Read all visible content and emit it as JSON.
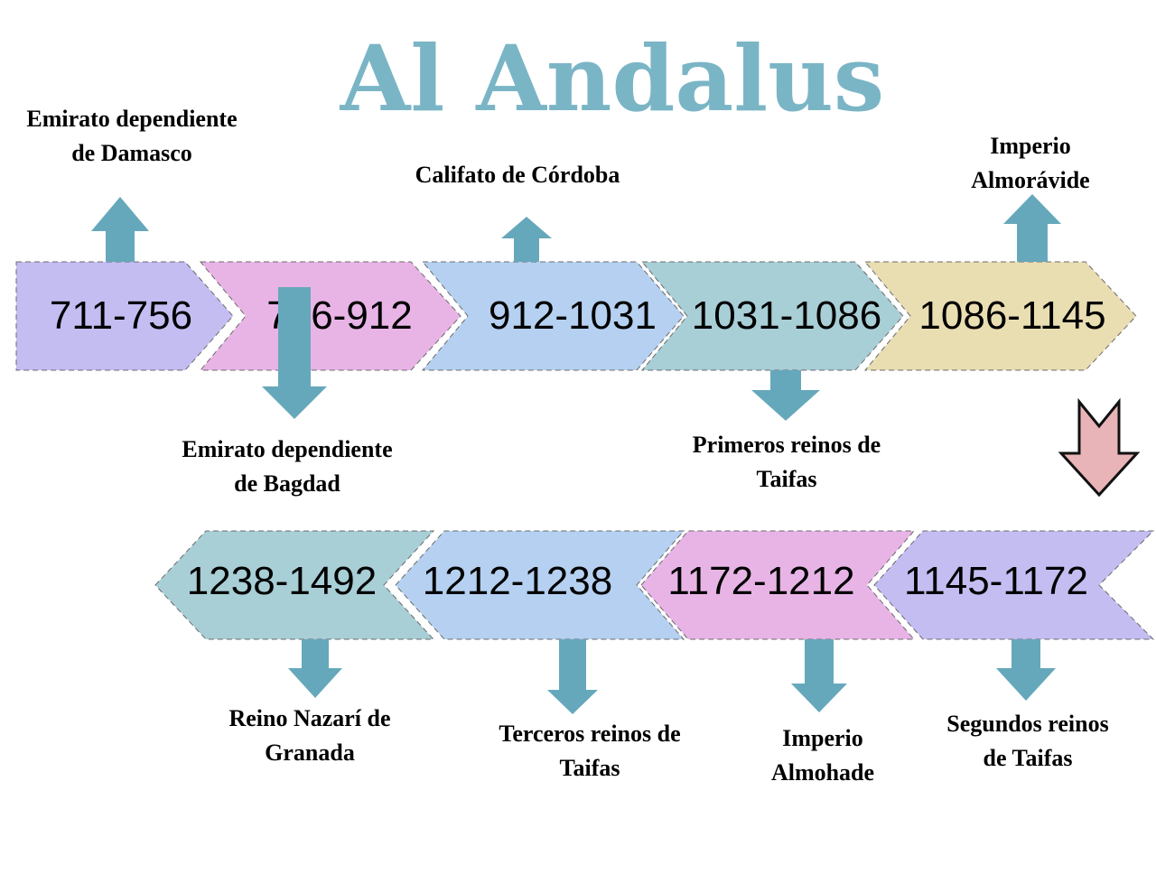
{
  "title": "Al Andalus",
  "colors": {
    "title": "#7ab5c6",
    "arrow": "#66a8bb",
    "down_arrow_fill": "#e8b4b8",
    "purple": "#c3bdf2",
    "pink": "#e8b4e6",
    "blue": "#b5d0f0",
    "teal": "#a8ced6",
    "beige": "#e9ddb2"
  },
  "top_row": [
    {
      "label": "711-756",
      "color": "purple",
      "event": [
        "Emirato dependiente",
        "de Damasco"
      ],
      "direction": "up"
    },
    {
      "label": "756-912",
      "color": "pink",
      "event": [
        "Emirato dependiente",
        "de Bagdad"
      ],
      "direction": "down"
    },
    {
      "label": "912-1031",
      "color": "blue",
      "event": [
        "Califato de Córdoba"
      ],
      "direction": "up"
    },
    {
      "label": "1031-1086",
      "color": "teal",
      "event": [
        "Primeros reinos de",
        "Taifas"
      ],
      "direction": "down"
    },
    {
      "label": "1086-1145",
      "color": "beige",
      "event": [
        "Imperio",
        "Almorávide"
      ],
      "direction": "up"
    }
  ],
  "bottom_row": [
    {
      "label": "1238-1492",
      "color": "teal",
      "event": [
        "Reino Nazarí de",
        "Granada"
      ],
      "direction": "down"
    },
    {
      "label": "1212-1238",
      "color": "blue",
      "event": [
        "Terceros reinos de",
        "Taifas"
      ],
      "direction": "down"
    },
    {
      "label": "1172-1212",
      "color": "pink",
      "event": [
        "Imperio",
        "Almohade"
      ],
      "direction": "down"
    },
    {
      "label": "1145-1172",
      "color": "purple",
      "event": [
        "Segundos reinos",
        "de Taifas"
      ],
      "direction": "down"
    }
  ]
}
